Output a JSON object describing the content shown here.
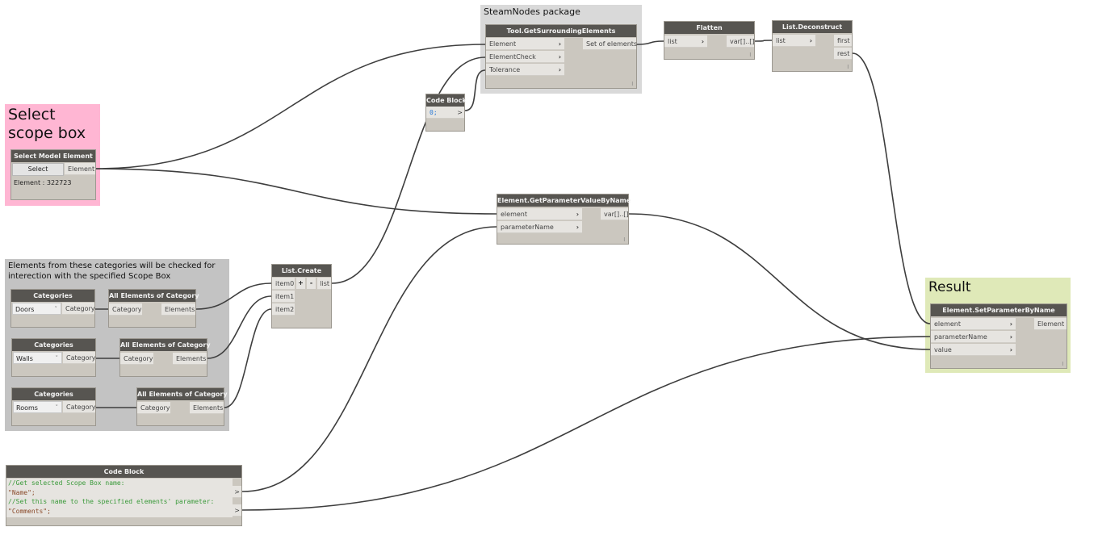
{
  "groups": {
    "scope": {
      "title": "Select scope box",
      "color": "#ffb6d3"
    },
    "steam": {
      "title": "SteamNodes package",
      "color": "#d9d9d9"
    },
    "categories": {
      "title": "Elements from these categories will be checked for interection with the specified Scope Box",
      "color": "#c3c3c3"
    },
    "result": {
      "title": "Result",
      "color": "#dfe9b8"
    }
  },
  "nodes": {
    "select": {
      "title": "Select Model Element",
      "button": "Select",
      "output": "Element",
      "value": "Element : 322723"
    },
    "surround": {
      "title": "Tool.GetSurroundingElements",
      "inputs": [
        "Element",
        "ElementCheck",
        "Tolerance"
      ],
      "output": "Set of elements"
    },
    "code_small": {
      "title": "Code Block",
      "code": "0;",
      "output": ">"
    },
    "flatten": {
      "title": "Flatten",
      "input": "list",
      "output": "var[]..[]"
    },
    "deconstruct": {
      "title": "List.Deconstruct",
      "input": "list",
      "outputs": [
        "first",
        "rest"
      ]
    },
    "getparam": {
      "title": "Element.GetParameterValueByName",
      "inputs": [
        "element",
        "parameterName"
      ],
      "output": "var[]..[]"
    },
    "listcreate": {
      "title": "List.Create",
      "inputs": [
        "item0",
        "item1",
        "item2"
      ],
      "plus": "+",
      "minus": "-",
      "output": "list"
    },
    "cat_doors": {
      "title": "Categories",
      "selected": "Doors",
      "output": "Category"
    },
    "cat_walls": {
      "title": "Categories",
      "selected": "Walls",
      "output": "Category"
    },
    "cat_rooms": {
      "title": "Categories",
      "selected": "Rooms",
      "output": "Category"
    },
    "all_elems": {
      "title": "All Elements of Category",
      "input": "Category",
      "output": "Elements"
    },
    "code_big": {
      "title": "Code Block",
      "lines": [
        "//Get selected Scope Box name:",
        "\"Name\";",
        "//Set this name to the specified elements' parameter:",
        "\"Comments\";"
      ],
      "output": ">"
    },
    "setparam": {
      "title": "Element.SetParameterByName",
      "inputs": [
        "element",
        "parameterName",
        "value"
      ],
      "output": "Element"
    },
    "lacing": "l",
    "chevron": "›"
  }
}
